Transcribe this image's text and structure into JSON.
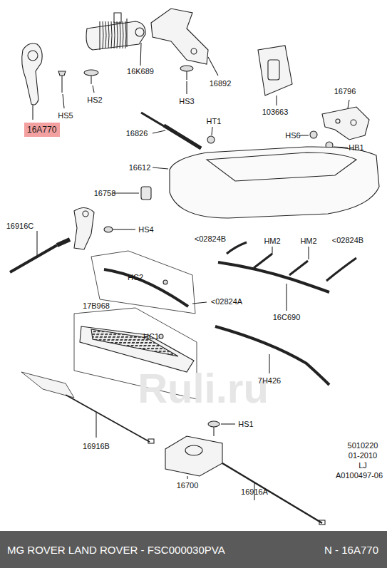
{
  "diagram": {
    "nodes": [
      {
        "text": [
          "16A770"
        ]
      },
      {
        "text": [
          "MG ROVER LAND ROVER - FSC000030PVA",
          "N - 16A770"
        ]
      }
    ],
    "labels": [
      "HS5",
      "HS2",
      "16K689",
      "HS3",
      "16892",
      "103663",
      "16796",
      "HT1",
      "16826",
      "HS6",
      "HB1",
      "16612",
      "16758",
      "16916C",
      "HS4",
      "<02824B",
      "HM2",
      "HM2",
      "<02824B",
      "HC2",
      "<02824A",
      "16C690",
      "17B968",
      "HC1",
      "7H426",
      "16916B",
      "HS1",
      "16700",
      "16916A",
      "5010220",
      "01-2010",
      "LJ",
      "A0100497-06",
      "Ruli.ru"
    ]
  }
}
